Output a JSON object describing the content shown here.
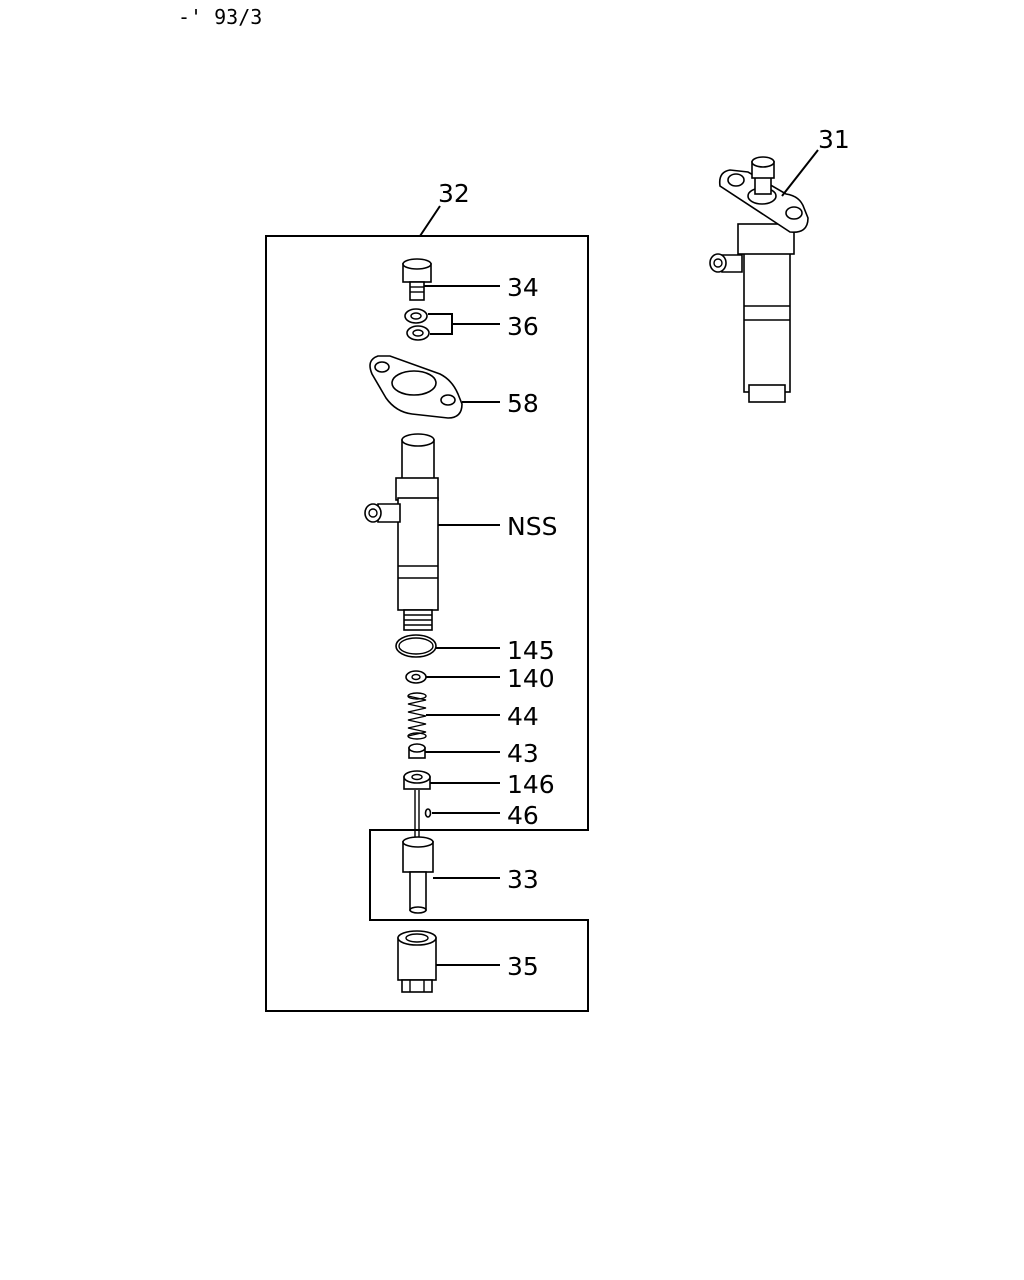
{
  "header": {
    "ref": "-' 93/3"
  },
  "callouts": {
    "c31": "31",
    "c32": "32",
    "c34": "34",
    "c36": "36",
    "c58": "58",
    "cnss": "NSS",
    "c145": "145",
    "c140": "140",
    "c44": "44",
    "c43": "43",
    "c146": "146",
    "c46": "46",
    "c33": "33",
    "c35": "35"
  }
}
